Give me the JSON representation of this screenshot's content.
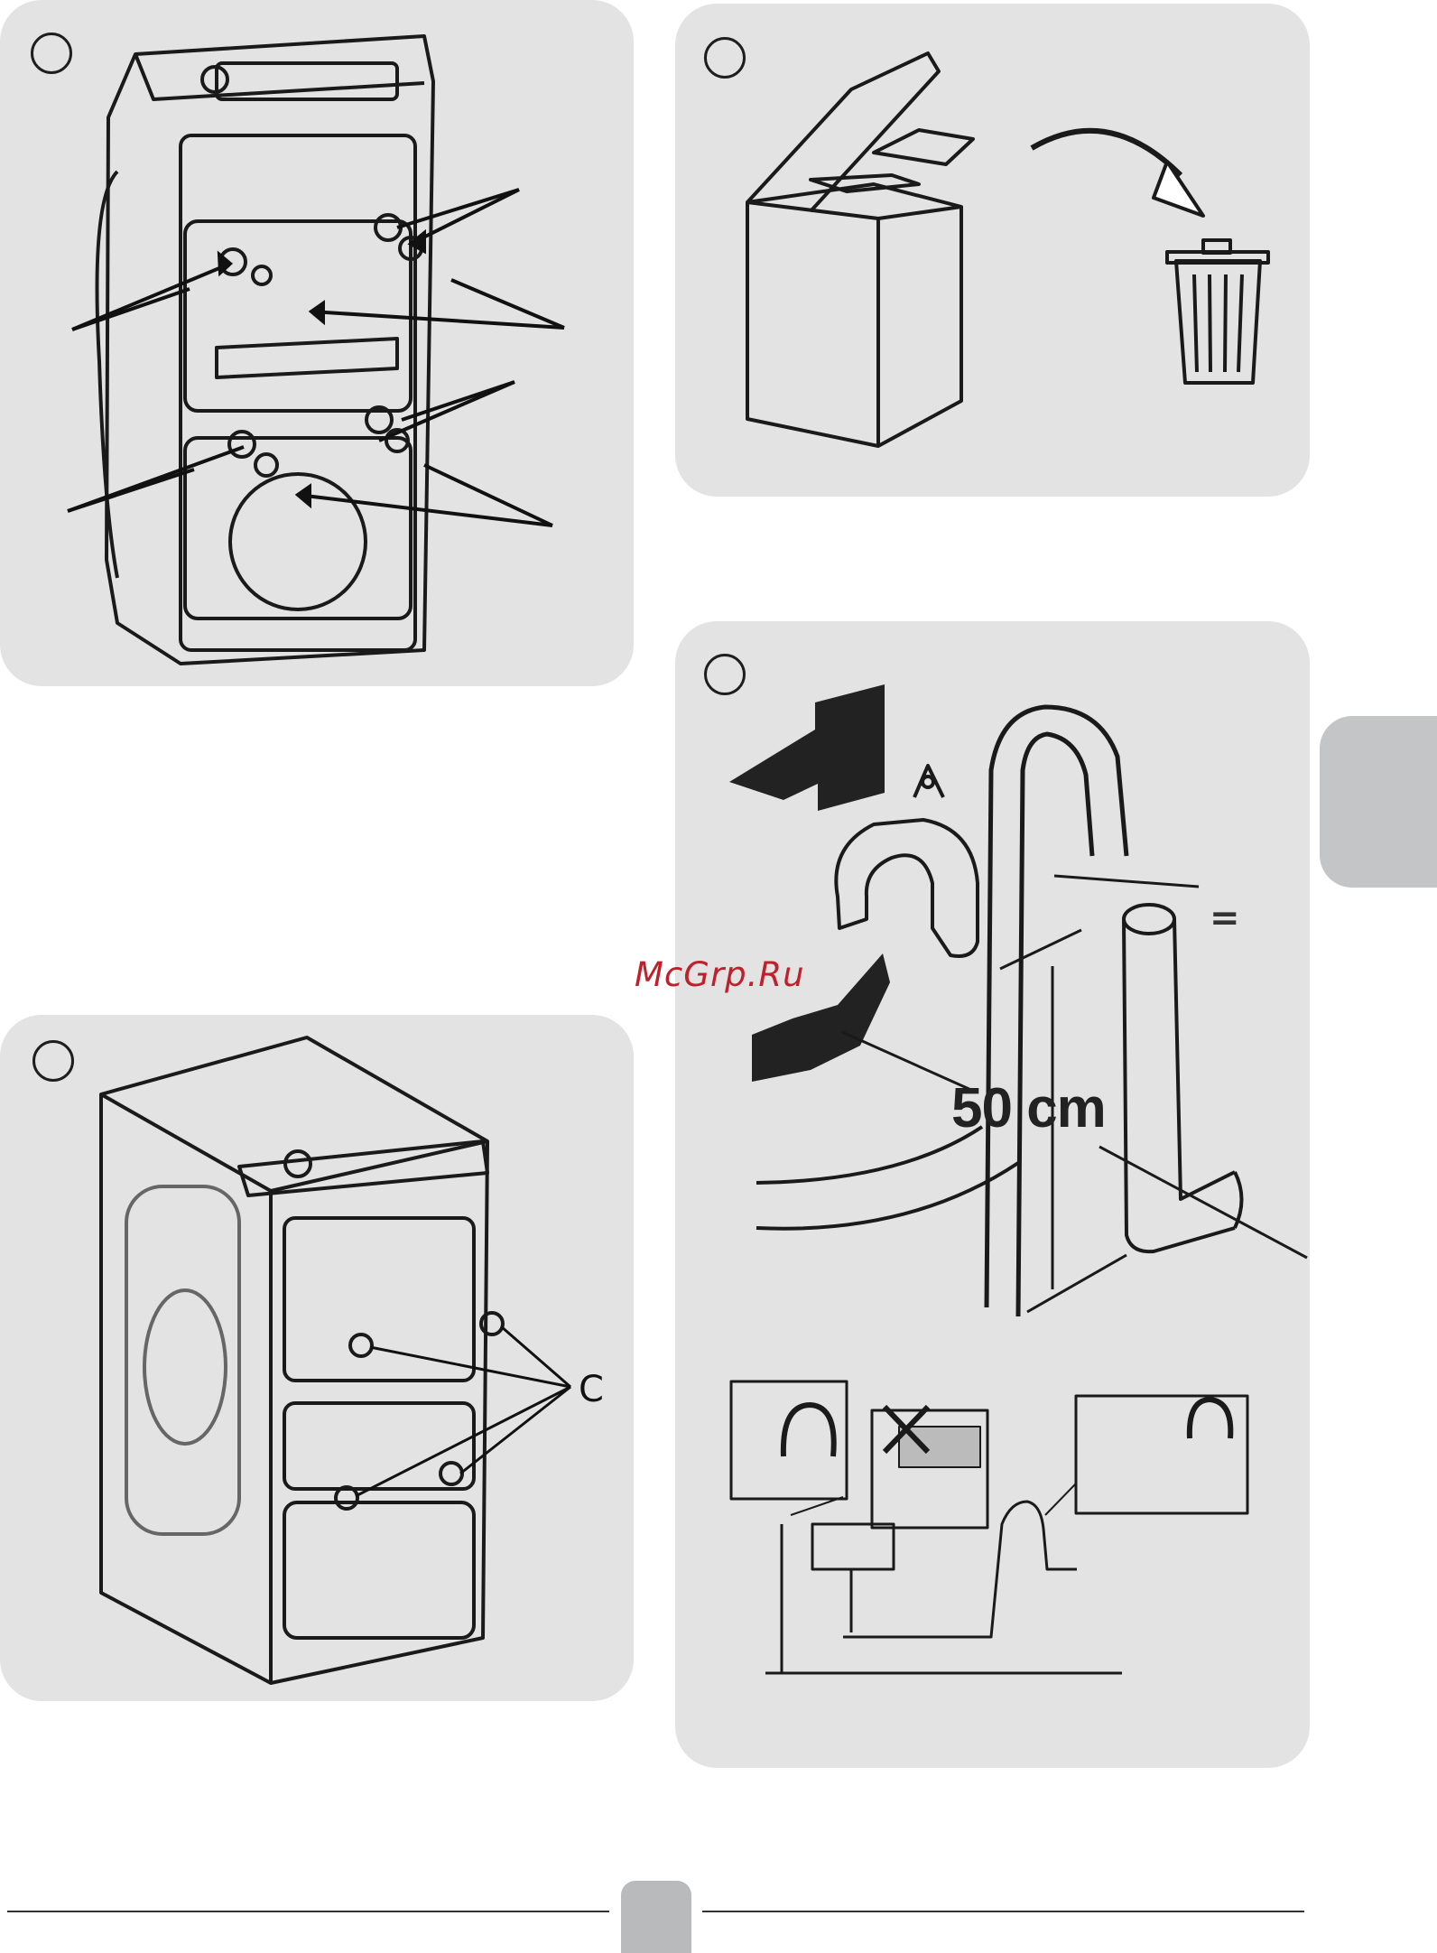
{
  "watermark": {
    "text": "McGrp.Ru",
    "color": "#c0202a"
  },
  "panels": {
    "top_left": {
      "icon": "washer-back-bolts-illustration"
    },
    "top_right": {
      "icon": "remove-packaging-to-bin-illustration"
    },
    "bottom_left": {
      "icon": "washer-caps-illustration",
      "callout_label": "C"
    },
    "bottom_right": {
      "icon": "drain-hose-illustration",
      "height_label": "50 cm",
      "equal_sign": "="
    }
  },
  "colors": {
    "panel_bg": "#e3e3e3",
    "side_tab": "#c4c5c7",
    "page_tab": "#b9babb"
  }
}
